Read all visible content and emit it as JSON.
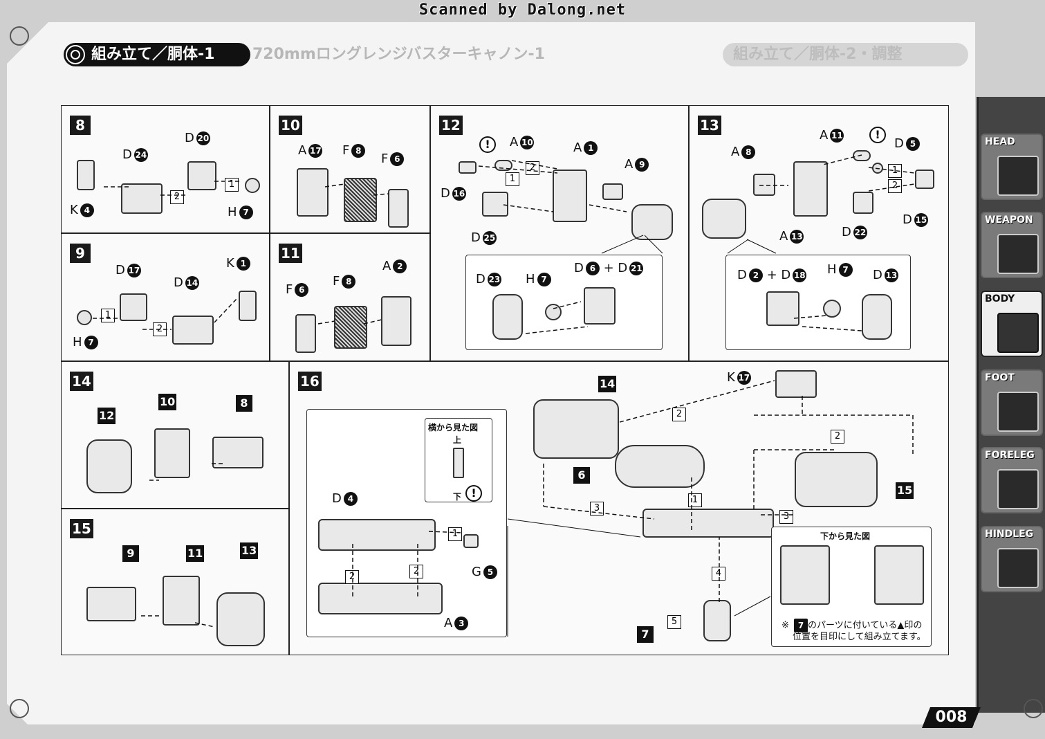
{
  "watermark": "Scanned by Dalong.net",
  "title": "組み立て／胴体-1",
  "ghost_title_left": "720mmロングレンジバスターキャノン-1",
  "ghost_title_right": "組み立て／胴体-2・調整",
  "page_number": "008",
  "side_tabs": [
    {
      "label": "HEAD",
      "active": false
    },
    {
      "label": "WEAPON",
      "active": false
    },
    {
      "label": "BODY",
      "active": true
    },
    {
      "label": "FOOT",
      "active": false
    },
    {
      "label": "FORELEG",
      "active": false
    },
    {
      "label": "HINDLEG",
      "active": false
    }
  ],
  "steps": {
    "s8": {
      "num": "8",
      "parts": [
        {
          "r": "D",
          "n": "24"
        },
        {
          "r": "D",
          "n": "20"
        },
        {
          "r": "K",
          "n": "4"
        },
        {
          "r": "H",
          "n": "7"
        }
      ],
      "seq": [
        "2",
        "1"
      ]
    },
    "s9": {
      "num": "9",
      "parts": [
        {
          "r": "D",
          "n": "17"
        },
        {
          "r": "D",
          "n": "14"
        },
        {
          "r": "K",
          "n": "1"
        },
        {
          "r": "H",
          "n": "7"
        }
      ],
      "seq": [
        "1",
        "2"
      ]
    },
    "s10": {
      "num": "10",
      "parts": [
        {
          "r": "A",
          "n": "17"
        },
        {
          "r": "F",
          "n": "8"
        },
        {
          "r": "F",
          "n": "6"
        }
      ]
    },
    "s11": {
      "num": "11",
      "parts": [
        {
          "r": "F",
          "n": "6"
        },
        {
          "r": "F",
          "n": "8"
        },
        {
          "r": "A",
          "n": "2"
        }
      ]
    },
    "s12": {
      "num": "12",
      "parts": [
        {
          "r": "A",
          "n": "10"
        },
        {
          "r": "A",
          "n": "1"
        },
        {
          "r": "A",
          "n": "9"
        },
        {
          "r": "D",
          "n": "16"
        },
        {
          "r": "D",
          "n": "25"
        },
        {
          "r": "D",
          "n": "23"
        },
        {
          "r": "H",
          "n": "7"
        },
        {
          "r": "D",
          "n": "6"
        },
        {
          "r": "D",
          "n": "21"
        }
      ],
      "seq": [
        "2",
        "1"
      ],
      "plus": "+",
      "excl": "!"
    },
    "s13": {
      "num": "13",
      "parts": [
        {
          "r": "A",
          "n": "11"
        },
        {
          "r": "D",
          "n": "5"
        },
        {
          "r": "A",
          "n": "8"
        },
        {
          "r": "D",
          "n": "15"
        },
        {
          "r": "A",
          "n": "13"
        },
        {
          "r": "D",
          "n": "22"
        },
        {
          "r": "D",
          "n": "2"
        },
        {
          "r": "D",
          "n": "18"
        },
        {
          "r": "H",
          "n": "7"
        },
        {
          "r": "D",
          "n": "13"
        }
      ],
      "seq": [
        "1",
        "2"
      ],
      "plus": "+",
      "excl": "!"
    },
    "s14": {
      "num": "14",
      "subs": [
        "12",
        "10",
        "8"
      ]
    },
    "s15": {
      "num": "15",
      "subs": [
        "9",
        "11",
        "13"
      ]
    },
    "s16": {
      "num": "16",
      "parts": [
        {
          "r": "K",
          "n": "17"
        },
        {
          "r": "D",
          "n": "4"
        },
        {
          "r": "G",
          "n": "5"
        },
        {
          "r": "A",
          "n": "3"
        }
      ],
      "subs": [
        "14",
        "6",
        "15",
        "7"
      ],
      "seq": [
        "2",
        "2",
        "3",
        "1",
        "3",
        "1",
        "2",
        "2",
        "4",
        "5"
      ],
      "side_view": "横から見た図",
      "top": "上",
      "bottom": "下",
      "bottom_view": "下から見た図",
      "note_mark": "※",
      "note_part": "7",
      "note_line1": "のパーツに付いている▲印の",
      "note_line2": "位置を目印にして組み立てます。",
      "excl": "!"
    }
  }
}
